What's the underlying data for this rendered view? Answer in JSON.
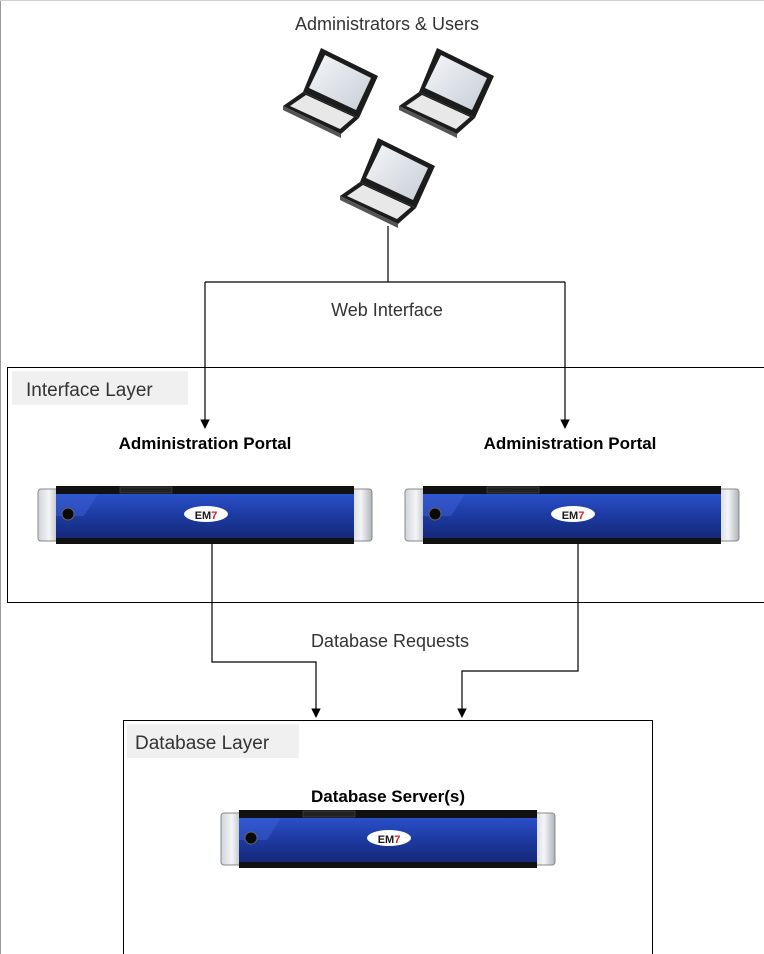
{
  "top_group_label": "Administrators & Users",
  "connection_web": "Web Interface",
  "interface_layer": {
    "title": "Interface Layer",
    "portals": [
      {
        "label": "Administration Portal",
        "server_logo": "EM7"
      },
      {
        "label": "Administration Portal",
        "server_logo": "EM7"
      }
    ]
  },
  "connection_db": "Database Requests",
  "database_layer": {
    "title": "Database Layer",
    "server": {
      "label": "Database Server(s)",
      "server_logo": "EM7"
    }
  },
  "colors": {
    "server_blue": "#1f3fa6",
    "server_dark": "#111111",
    "logo_red": "#d42020",
    "layer_label_bg": "#f0f0f0"
  },
  "icons": [
    "laptop-icon",
    "server-icon"
  ]
}
